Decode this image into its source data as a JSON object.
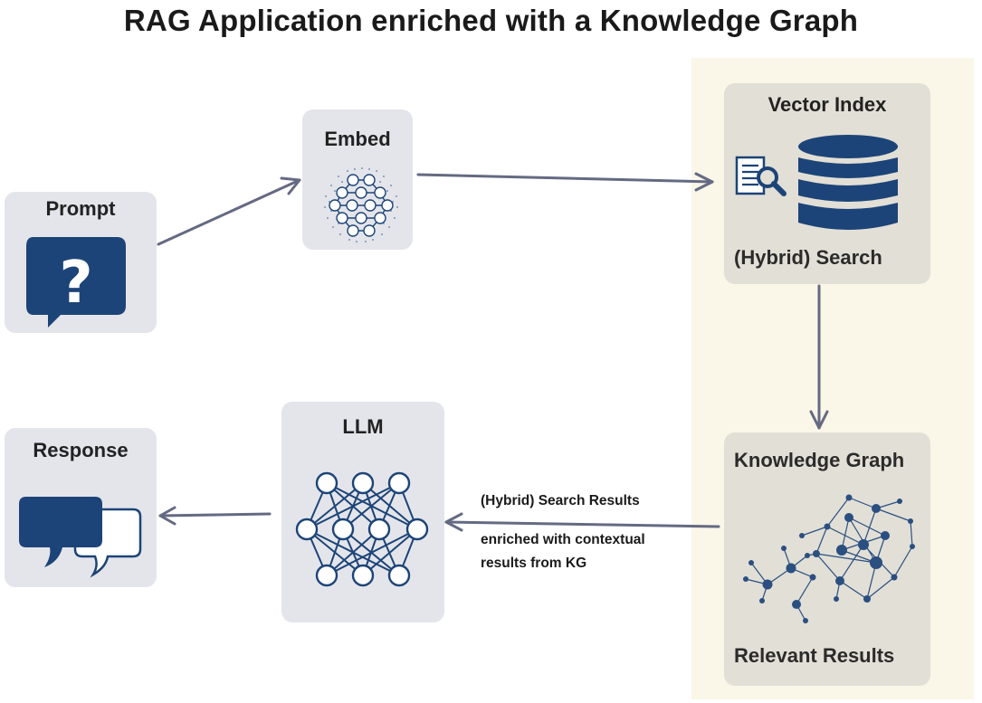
{
  "title": "RAG Application enriched with a Knowledge Graph",
  "nodes": {
    "prompt": "Prompt",
    "embed": "Embed",
    "vector_index": "Vector Index",
    "hybrid_search": "(Hybrid) Search",
    "knowledge_graph": "Knowledge Graph",
    "relevant_results": "Relevant Results",
    "llm": "LLM",
    "response": "Response"
  },
  "edge_labels": {
    "search_results": "(Hybrid) Search Results",
    "enriched_line1": "enriched with contextual",
    "enriched_line2": "results from KG"
  },
  "colors": {
    "icon_blue": "#1c4478",
    "arrow": "#646a82",
    "box_gray": "#e4e5ea",
    "box_beige": "#e2dfd6",
    "panel": "#faf6e8"
  }
}
